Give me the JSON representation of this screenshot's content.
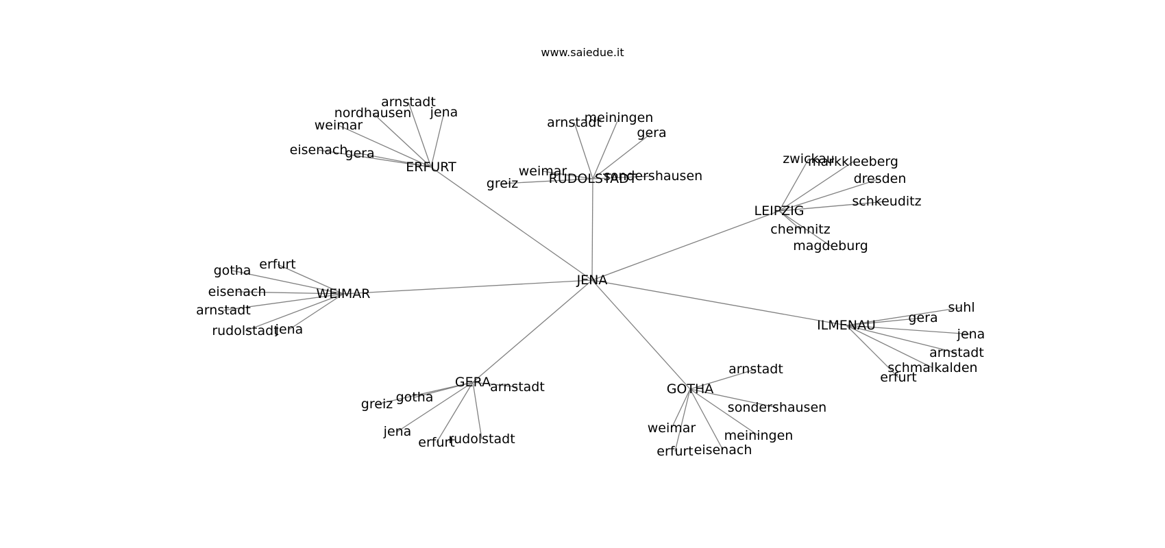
{
  "header": {
    "site": "www.saiedue.it"
  },
  "colors": {
    "edge": "#808080",
    "label": "#000000",
    "background": "#ffffff"
  },
  "graph": {
    "root": "JENA",
    "hubs": [
      {
        "label": "ERFURT",
        "leaves": [
          "arnstadt",
          "nordhausen",
          "jena",
          "weimar",
          "eisenach",
          "gera"
        ]
      },
      {
        "label": "RUDOLSTADT",
        "leaves": [
          "arnstadt",
          "meiningen",
          "gera",
          "weimar",
          "sondershausen",
          "greiz"
        ]
      },
      {
        "label": "LEIPZIG",
        "leaves": [
          "zwickau",
          "markkleeberg",
          "dresden",
          "schkeuditz",
          "chemnitz",
          "magdeburg"
        ]
      },
      {
        "label": "WEIMAR",
        "leaves": [
          "erfurt",
          "gotha",
          "eisenach",
          "arnstadt",
          "rudolstadt",
          "jena"
        ]
      },
      {
        "label": "ILMENAU",
        "leaves": [
          "suhl",
          "gera",
          "jena",
          "arnstadt",
          "schmalkalden",
          "erfurt"
        ]
      },
      {
        "label": "GERA",
        "leaves": [
          "arnstadt",
          "gotha",
          "greiz",
          "jena",
          "erfurt",
          "rudolstadt"
        ]
      },
      {
        "label": "GOTHA",
        "leaves": [
          "arnstadt",
          "sondershausen",
          "weimar",
          "meiningen",
          "erfurt",
          "eisenach"
        ]
      }
    ]
  }
}
